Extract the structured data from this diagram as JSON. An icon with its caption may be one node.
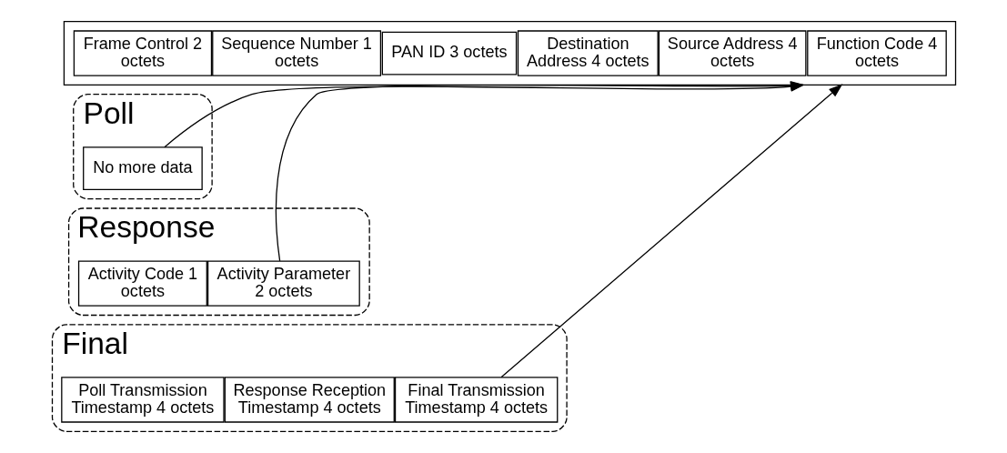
{
  "diagram": {
    "nodes": [
      {
        "text": [],
        "shape": "box"
      },
      {
        "text": [
          "Frame Control 2 octets"
        ],
        "in": 0
      },
      {
        "text": [
          "Sequence Number 1 octets"
        ],
        "in": 0
      },
      {
        "text": [
          "PAN ID 3 octets"
        ],
        "in": 0
      },
      {
        "text": [
          "Destination Address 4 octets"
        ],
        "in": 0
      },
      {
        "text": [
          "Source Address 4 octets"
        ],
        "in": 0
      },
      {
        "text": [
          "Function Code 4 octets"
        ],
        "in": 0
      },
      {
        "text": [
          "Poll"
        ]
      },
      {
        "text": [
          "No more data"
        ],
        "in": 7
      },
      {
        "text": [
          "Response"
        ]
      },
      {
        "text": [
          "Activity Code 1 octets"
        ],
        "in": 9
      },
      {
        "text": [
          "Activity Parameter 2 octets"
        ],
        "in": 9
      },
      {
        "text": [
          "Final"
        ]
      },
      {
        "text": [
          "Poll Transmission Timestamp 4 octets"
        ],
        "in": 12
      },
      {
        "text": [
          "Response Reception Timestamp 4 octets"
        ],
        "in": 12
      },
      {
        "text": [
          "Final Transmission Timestamp 4 octets"
        ],
        "in": 12
      }
    ],
    "edges": [
      {
        "from": 8,
        "to": 0,
        "arrow": "to"
      },
      {
        "from": 11,
        "to": 0,
        "arrow": "to"
      },
      {
        "from": 15,
        "to": 0,
        "arrow": "to"
      }
    ]
  }
}
